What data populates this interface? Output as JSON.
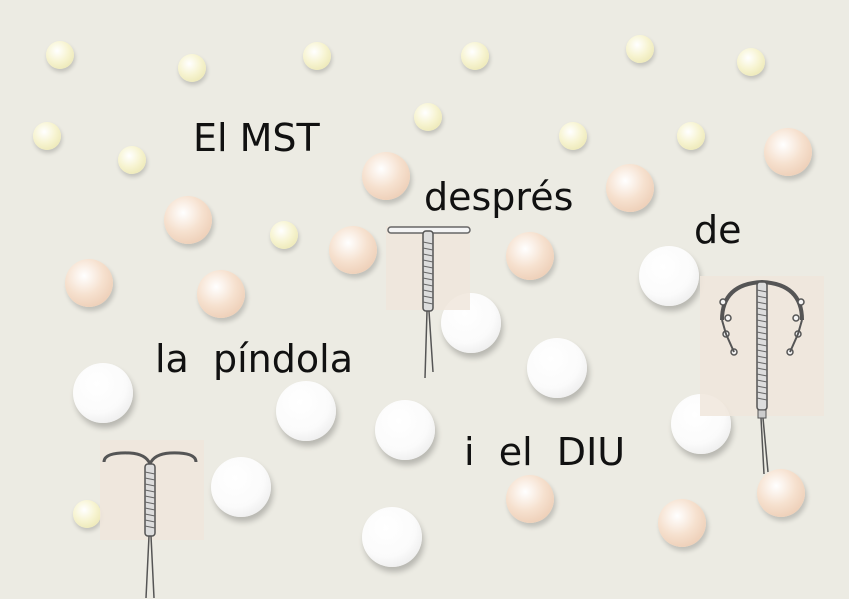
{
  "words": {
    "w1": "El MST",
    "w2": "després",
    "w3": "de",
    "w4": "la  píndola",
    "w5": "i  el  DIU"
  },
  "colors": {
    "background": "#ecebe3",
    "text": "#111111",
    "pill_yellow": "#f4f0c8",
    "pill_peach": "#f0d6c2",
    "pill_white": "#fbfbfb"
  },
  "icons": [
    "t-shaped-iud-icon",
    "copper-iud-icon",
    "multiload-iud-icon"
  ]
}
